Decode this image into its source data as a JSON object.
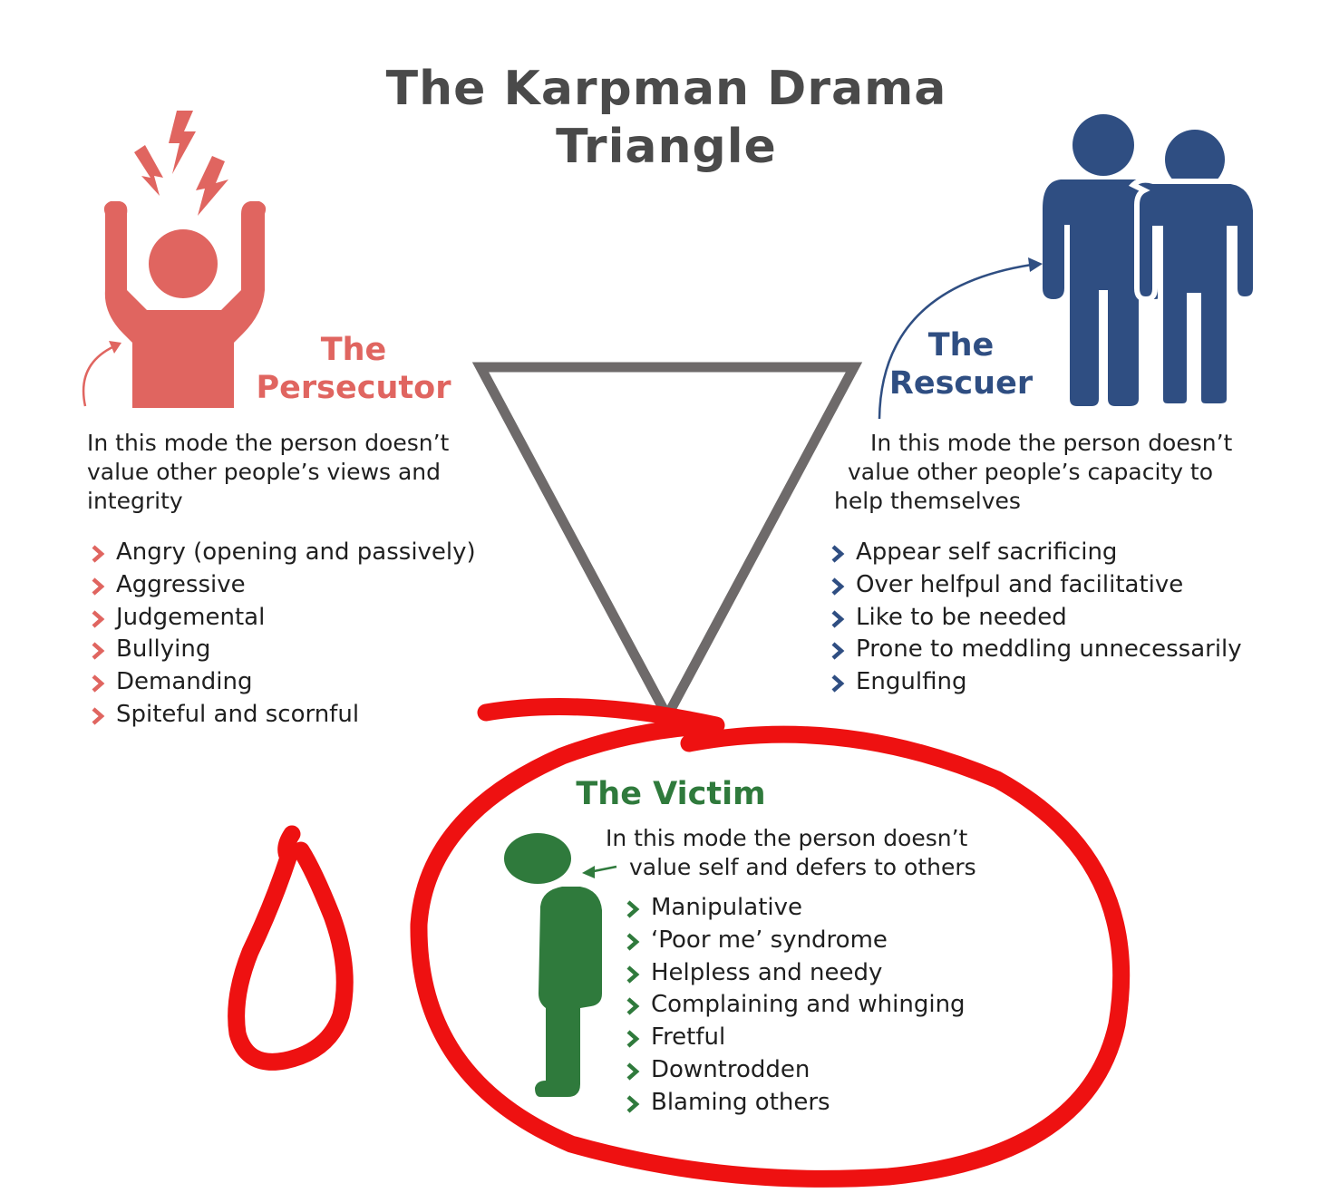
{
  "title_lines": [
    "The Karpman Drama",
    "Triangle"
  ],
  "colors": {
    "persecutor": "#e06560",
    "rescuer": "#2f4e82",
    "victim": "#2f7a3c",
    "triangle": "#6e6a6a",
    "annotation": "#ee1111",
    "title": "#4a4a4a"
  },
  "persecutor": {
    "title_lines": [
      "The",
      "Persecutor"
    ],
    "description_lines": [
      "In this mode the person doesn’t",
      "value other people’s views and",
      "integrity"
    ],
    "traits": [
      "Angry (opening and passively)",
      "Aggressive",
      "Judgemental",
      "Bullying",
      "Demanding",
      "Spiteful and scornful"
    ],
    "icon": "angry-person-icon"
  },
  "rescuer": {
    "title_lines": [
      "The",
      "Rescuer"
    ],
    "description_lines": [
      "In this mode the person doesn’t",
      "value other people’s capacity to",
      "help themselves"
    ],
    "traits": [
      "Appear self sacrificing",
      "Over helfpul and facilitative",
      "Like to be needed",
      "Prone to meddling unnecessarily",
      "Engulfing"
    ],
    "icon": "two-people-embrace-icon"
  },
  "victim": {
    "title": "The Victim",
    "description_lines": [
      "In this mode the person doesn’t",
      "value self and defers to others"
    ],
    "traits": [
      "Manipulative",
      "‘Poor me’ syndrome",
      "Helpless and needy",
      "Complaining and whinging",
      "Fretful",
      "Downtrodden",
      "Blaming others"
    ],
    "icon": "slumped-person-icon"
  },
  "annotations": [
    "red-circle-annotation",
    "red-teardrop-annotation"
  ]
}
